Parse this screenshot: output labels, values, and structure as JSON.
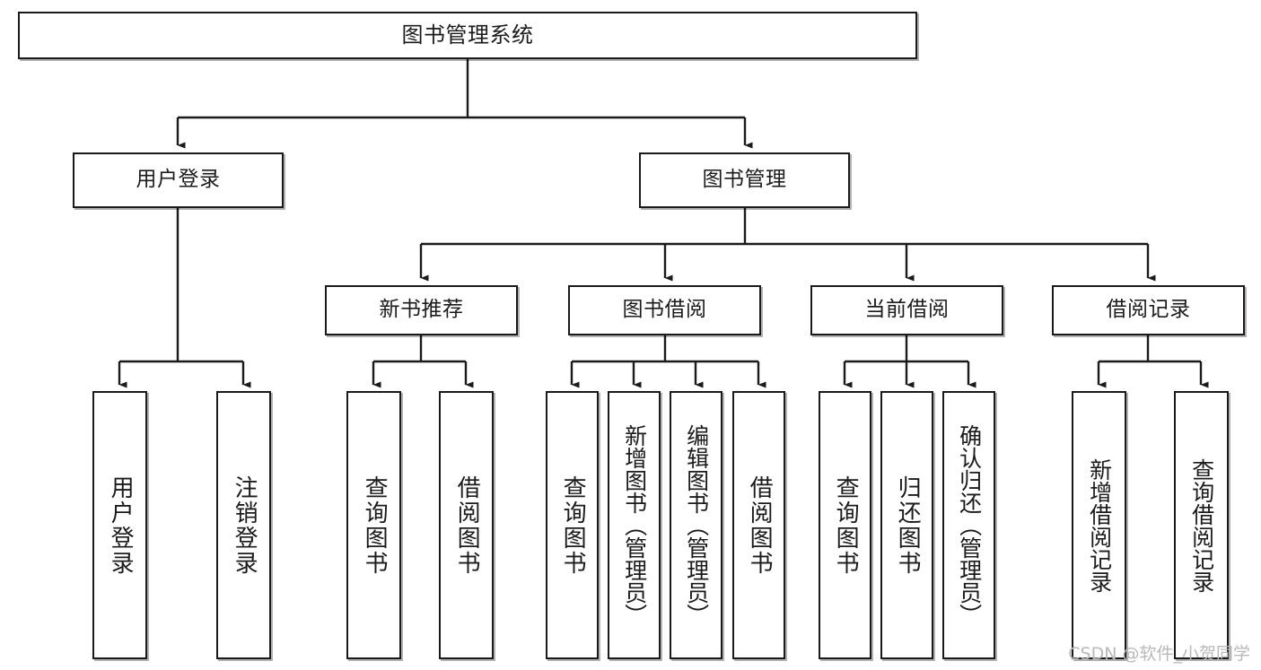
{
  "diagram": {
    "type": "tree-hierarchy",
    "title": "图书管理系统",
    "watermark": "CSDN @软件_小贺同学",
    "colors": {
      "stroke": "#1a1a1a",
      "fill": "#ffffff",
      "text": "#1b1b1b",
      "watermark": "#b9b9b9"
    },
    "levels": [
      {
        "level": 0,
        "nodes": [
          {
            "id": "root",
            "label": "图书管理系统",
            "orientation": "horizontal"
          }
        ]
      },
      {
        "level": 1,
        "nodes": [
          {
            "id": "user-login",
            "label": "用户登录",
            "orientation": "horizontal",
            "parent": "root"
          },
          {
            "id": "book-manage",
            "label": "图书管理",
            "orientation": "horizontal",
            "parent": "root"
          }
        ]
      },
      {
        "level": 2,
        "nodes": [
          {
            "id": "new-book-rec",
            "label": "新书推荐",
            "orientation": "horizontal",
            "parent": "book-manage"
          },
          {
            "id": "book-borrow",
            "label": "图书借阅",
            "orientation": "horizontal",
            "parent": "book-manage"
          },
          {
            "id": "current-borrow",
            "label": "当前借阅",
            "orientation": "horizontal",
            "parent": "book-manage"
          },
          {
            "id": "borrow-record",
            "label": "借阅记录",
            "orientation": "horizontal",
            "parent": "book-manage"
          }
        ]
      },
      {
        "level": 3,
        "nodes": [
          {
            "id": "leaf-user-login",
            "label": "用户登录",
            "orientation": "vertical",
            "parent": "user-login"
          },
          {
            "id": "leaf-logout",
            "label": "注销登录",
            "orientation": "vertical",
            "parent": "user-login"
          },
          {
            "id": "leaf-query-book-1",
            "label": "查询图书",
            "orientation": "vertical",
            "parent": "new-book-rec"
          },
          {
            "id": "leaf-borrow-book-1",
            "label": "借阅图书",
            "orientation": "vertical",
            "parent": "new-book-rec"
          },
          {
            "id": "leaf-query-book-2",
            "label": "查询图书",
            "orientation": "vertical",
            "parent": "book-borrow"
          },
          {
            "id": "leaf-add-book",
            "label": "新增图书（管理员）",
            "orientation": "vertical",
            "parent": "book-borrow"
          },
          {
            "id": "leaf-edit-book",
            "label": "编辑图书（管理员）",
            "orientation": "vertical",
            "parent": "book-borrow"
          },
          {
            "id": "leaf-borrow-book-2",
            "label": "借阅图书",
            "orientation": "vertical",
            "parent": "book-borrow"
          },
          {
            "id": "leaf-query-book-3",
            "label": "查询图书",
            "orientation": "vertical",
            "parent": "current-borrow"
          },
          {
            "id": "leaf-return-book",
            "label": "归还图书",
            "orientation": "vertical",
            "parent": "current-borrow"
          },
          {
            "id": "leaf-confirm-return",
            "label": "确认归还（管理员）",
            "orientation": "vertical",
            "parent": "current-borrow"
          },
          {
            "id": "leaf-add-record",
            "label": "新增借阅记录",
            "orientation": "vertical",
            "parent": "borrow-record"
          },
          {
            "id": "leaf-query-record",
            "label": "查询借阅记录",
            "orientation": "vertical",
            "parent": "borrow-record"
          }
        ]
      }
    ],
    "edges": [
      {
        "from": "root",
        "to": "user-login"
      },
      {
        "from": "root",
        "to": "book-manage"
      },
      {
        "from": "book-manage",
        "to": "new-book-rec"
      },
      {
        "from": "book-manage",
        "to": "book-borrow"
      },
      {
        "from": "book-manage",
        "to": "current-borrow"
      },
      {
        "from": "book-manage",
        "to": "borrow-record"
      },
      {
        "from": "user-login",
        "to": "leaf-user-login"
      },
      {
        "from": "user-login",
        "to": "leaf-logout"
      },
      {
        "from": "new-book-rec",
        "to": "leaf-query-book-1"
      },
      {
        "from": "new-book-rec",
        "to": "leaf-borrow-book-1"
      },
      {
        "from": "book-borrow",
        "to": "leaf-query-book-2"
      },
      {
        "from": "book-borrow",
        "to": "leaf-add-book"
      },
      {
        "from": "book-borrow",
        "to": "leaf-edit-book"
      },
      {
        "from": "book-borrow",
        "to": "leaf-borrow-book-2"
      },
      {
        "from": "current-borrow",
        "to": "leaf-query-book-3"
      },
      {
        "from": "current-borrow",
        "to": "leaf-return-book"
      },
      {
        "from": "current-borrow",
        "to": "leaf-confirm-return"
      },
      {
        "from": "borrow-record",
        "to": "leaf-add-record"
      },
      {
        "from": "borrow-record",
        "to": "leaf-query-record"
      }
    ]
  }
}
